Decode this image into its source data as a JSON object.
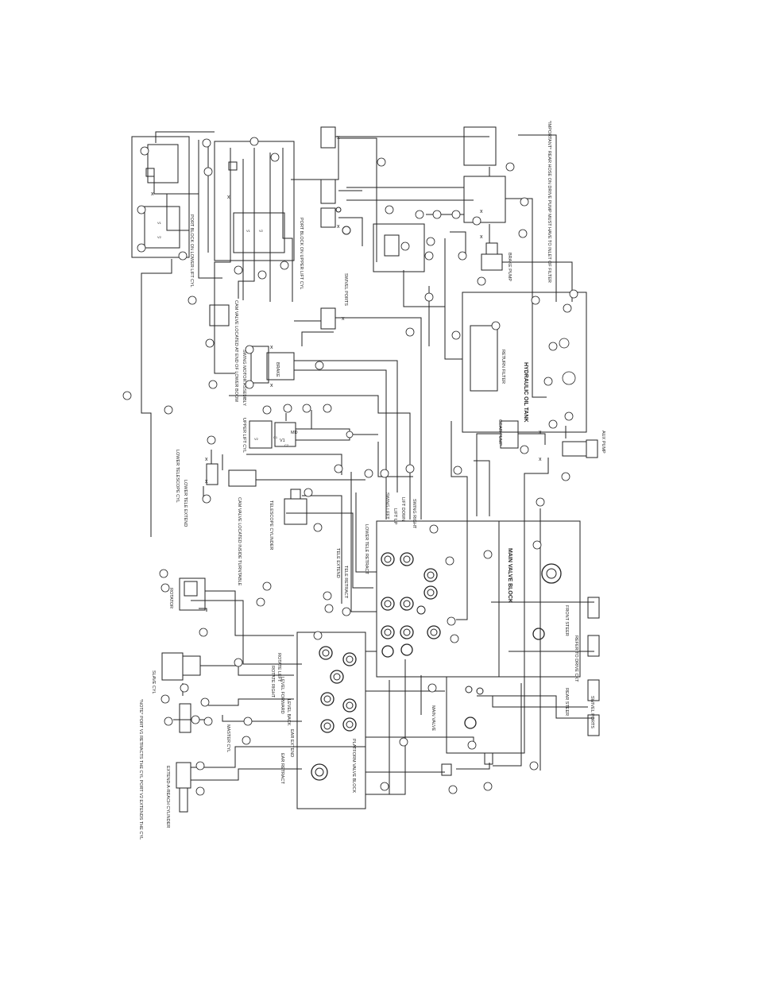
{
  "diagram": {
    "labels": {
      "hydraulic_oil_tank": "HYDRAULIC OIL TANK",
      "return_filter": "RETURN FILTER",
      "main_valve_block": "MAIN VALVE BLOCK",
      "main_valve": "MAIN VALVE",
      "platform_valve_block": "PLATFORM VALVE BLOCK",
      "gear_pump": "GEAR PUMP",
      "aux_pump": "AUX PUMP",
      "brake_pump": "BRAKE PUMP",
      "upper_lift_cyl": "UPPER LIFT CYL",
      "lower_tele_extend": "LOWER TELE EXTEND",
      "lower_tele_cyl": "LOWER TELESCOPE CYL",
      "telescope_cylinder": "TELESCOPE CYLINDER",
      "cam_valve_turntable": "CAM VALVE LOCATED INSIDE TURNTABLE",
      "cam_valve_boom": "CAM VALVE LOCATED AT END OF LOWER BOOM",
      "port_block_lower_lift": "PORT BLOCK ON LOWER LIFT CYL",
      "port_block_upper_lift": "PORT BLOCK ON UPPER LIFT CYL",
      "rotator": "ROTATOR",
      "slave_cyl": "SLAVE CYL",
      "master_cyl": "MASTER CYL",
      "extend_a_reach": "EXTEND-A-REACH CYLINDER",
      "swing_motor": "SWING MOTOR ASSEMBLY",
      "brake": "BRAKE",
      "swivel_ports": "SWIVEL PORTS",
      "front_steer": "FRONT STEER",
      "rear_steer": "REAR STEER",
      "refer_drive": "REFER TO DRIVE CKT",
      "swing_left": "SWING LEFT",
      "swing_right": "SWING RIGHT",
      "lift_up": "LIFT UP",
      "lift_down": "LIFT DOWN",
      "lower_tele_retract": "LOWER TELE RETRACT",
      "tele_extend": "TELE EXTEND",
      "tele_retract": "TELE RETRACT",
      "rotate_left": "ROTATE LEFT",
      "rotate_right": "ROTATE RIGHT",
      "level_forward": "LEVEL FORWARD",
      "level_back": "LEVEL BACK",
      "ear_extend": "EAR EXTEND",
      "ear_retract": "EAR RETRACT",
      "important_note": "*IMPORTANT* REAR HOSE ON DRIVE PUMP MUST HAVE TO INLET OF FILTER",
      "note_ports": "*NOTE* PORT V1 RETRACTS THE CYL PORT V2 EXTENDS THE CYL",
      "swivel_note": "SWIVEL PORTS",
      "v1": "V1",
      "v2": "V2",
      "c1": "C1",
      "c2": "C2",
      "md": "MD"
    }
  }
}
